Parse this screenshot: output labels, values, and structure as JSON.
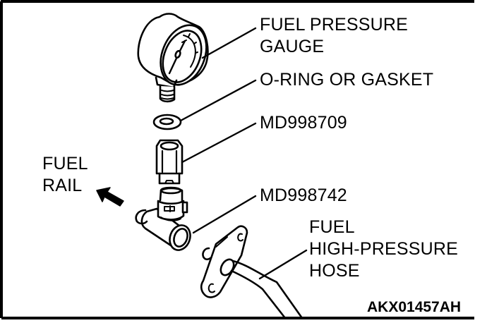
{
  "figure": {
    "figure_code": "AKX01457AH",
    "ink_color": "#000000",
    "background_color": "#ffffff"
  },
  "callouts": {
    "fuel_pressure_gauge": [
      "FUEL PRESSURE",
      "GAUGE"
    ],
    "o_ring_or_gasket": [
      "O-RING OR GASKET"
    ],
    "adapter_md998709": [
      "MD998709"
    ],
    "adapter_md998742": [
      "MD998742"
    ],
    "fuel_high_pressure_hose": [
      "FUEL",
      "HIGH-PRESSURE",
      "HOSE"
    ],
    "fuel_rail": [
      "FUEL",
      "RAIL"
    ]
  },
  "icons": {
    "direction_arrow": "arrow-up-left-icon"
  }
}
